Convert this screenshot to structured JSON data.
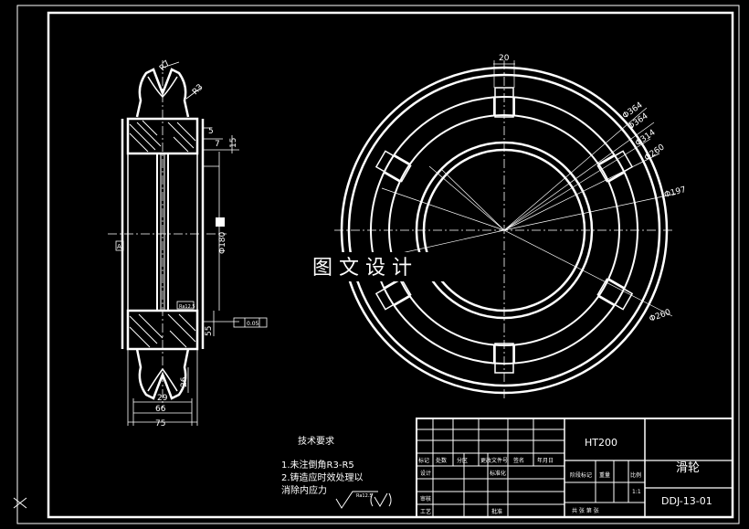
{
  "watermark": "图 文 设 计",
  "material": "HT200",
  "part_name": "滑轮",
  "drawing_number": "DDJ-13-01",
  "technical_requirements": {
    "title": "技术要求",
    "line1": "1.未注倒角R3-R5",
    "line2": "2.铸造应时效处理以",
    "line3": "消除内应力"
  },
  "title_block": {
    "h_mark": "标记",
    "h_count": "处数",
    "h_zone": "分区",
    "h_docno": "更改文件号",
    "h_sign": "签名",
    "h_date": "年月日",
    "design": "设计",
    "standardize": "标准化",
    "stage_mark": "阶段标记",
    "weight": "重量",
    "scale": "比例",
    "scale_value": "1:1",
    "review": "审核",
    "process": "工艺",
    "approve": "批准",
    "sheets": "共  张  第  张"
  },
  "dimensions": {
    "r7": "R7",
    "r3": "R3",
    "d5": "5",
    "d7": "7",
    "d15": "15",
    "d55": "55",
    "phi180": "Φ180",
    "d29": "29",
    "d66": "66",
    "d75": "75",
    "d26": "26",
    "d20": "20",
    "phi364a": "Φ364",
    "phi364b": "Φ364",
    "phi314": "Φ314",
    "phi260a": "Φ260",
    "phi197": "Φ197",
    "phi260b": "Φ260",
    "ra": "Ra12.5",
    "tol": "0.05",
    "datum": "A"
  }
}
